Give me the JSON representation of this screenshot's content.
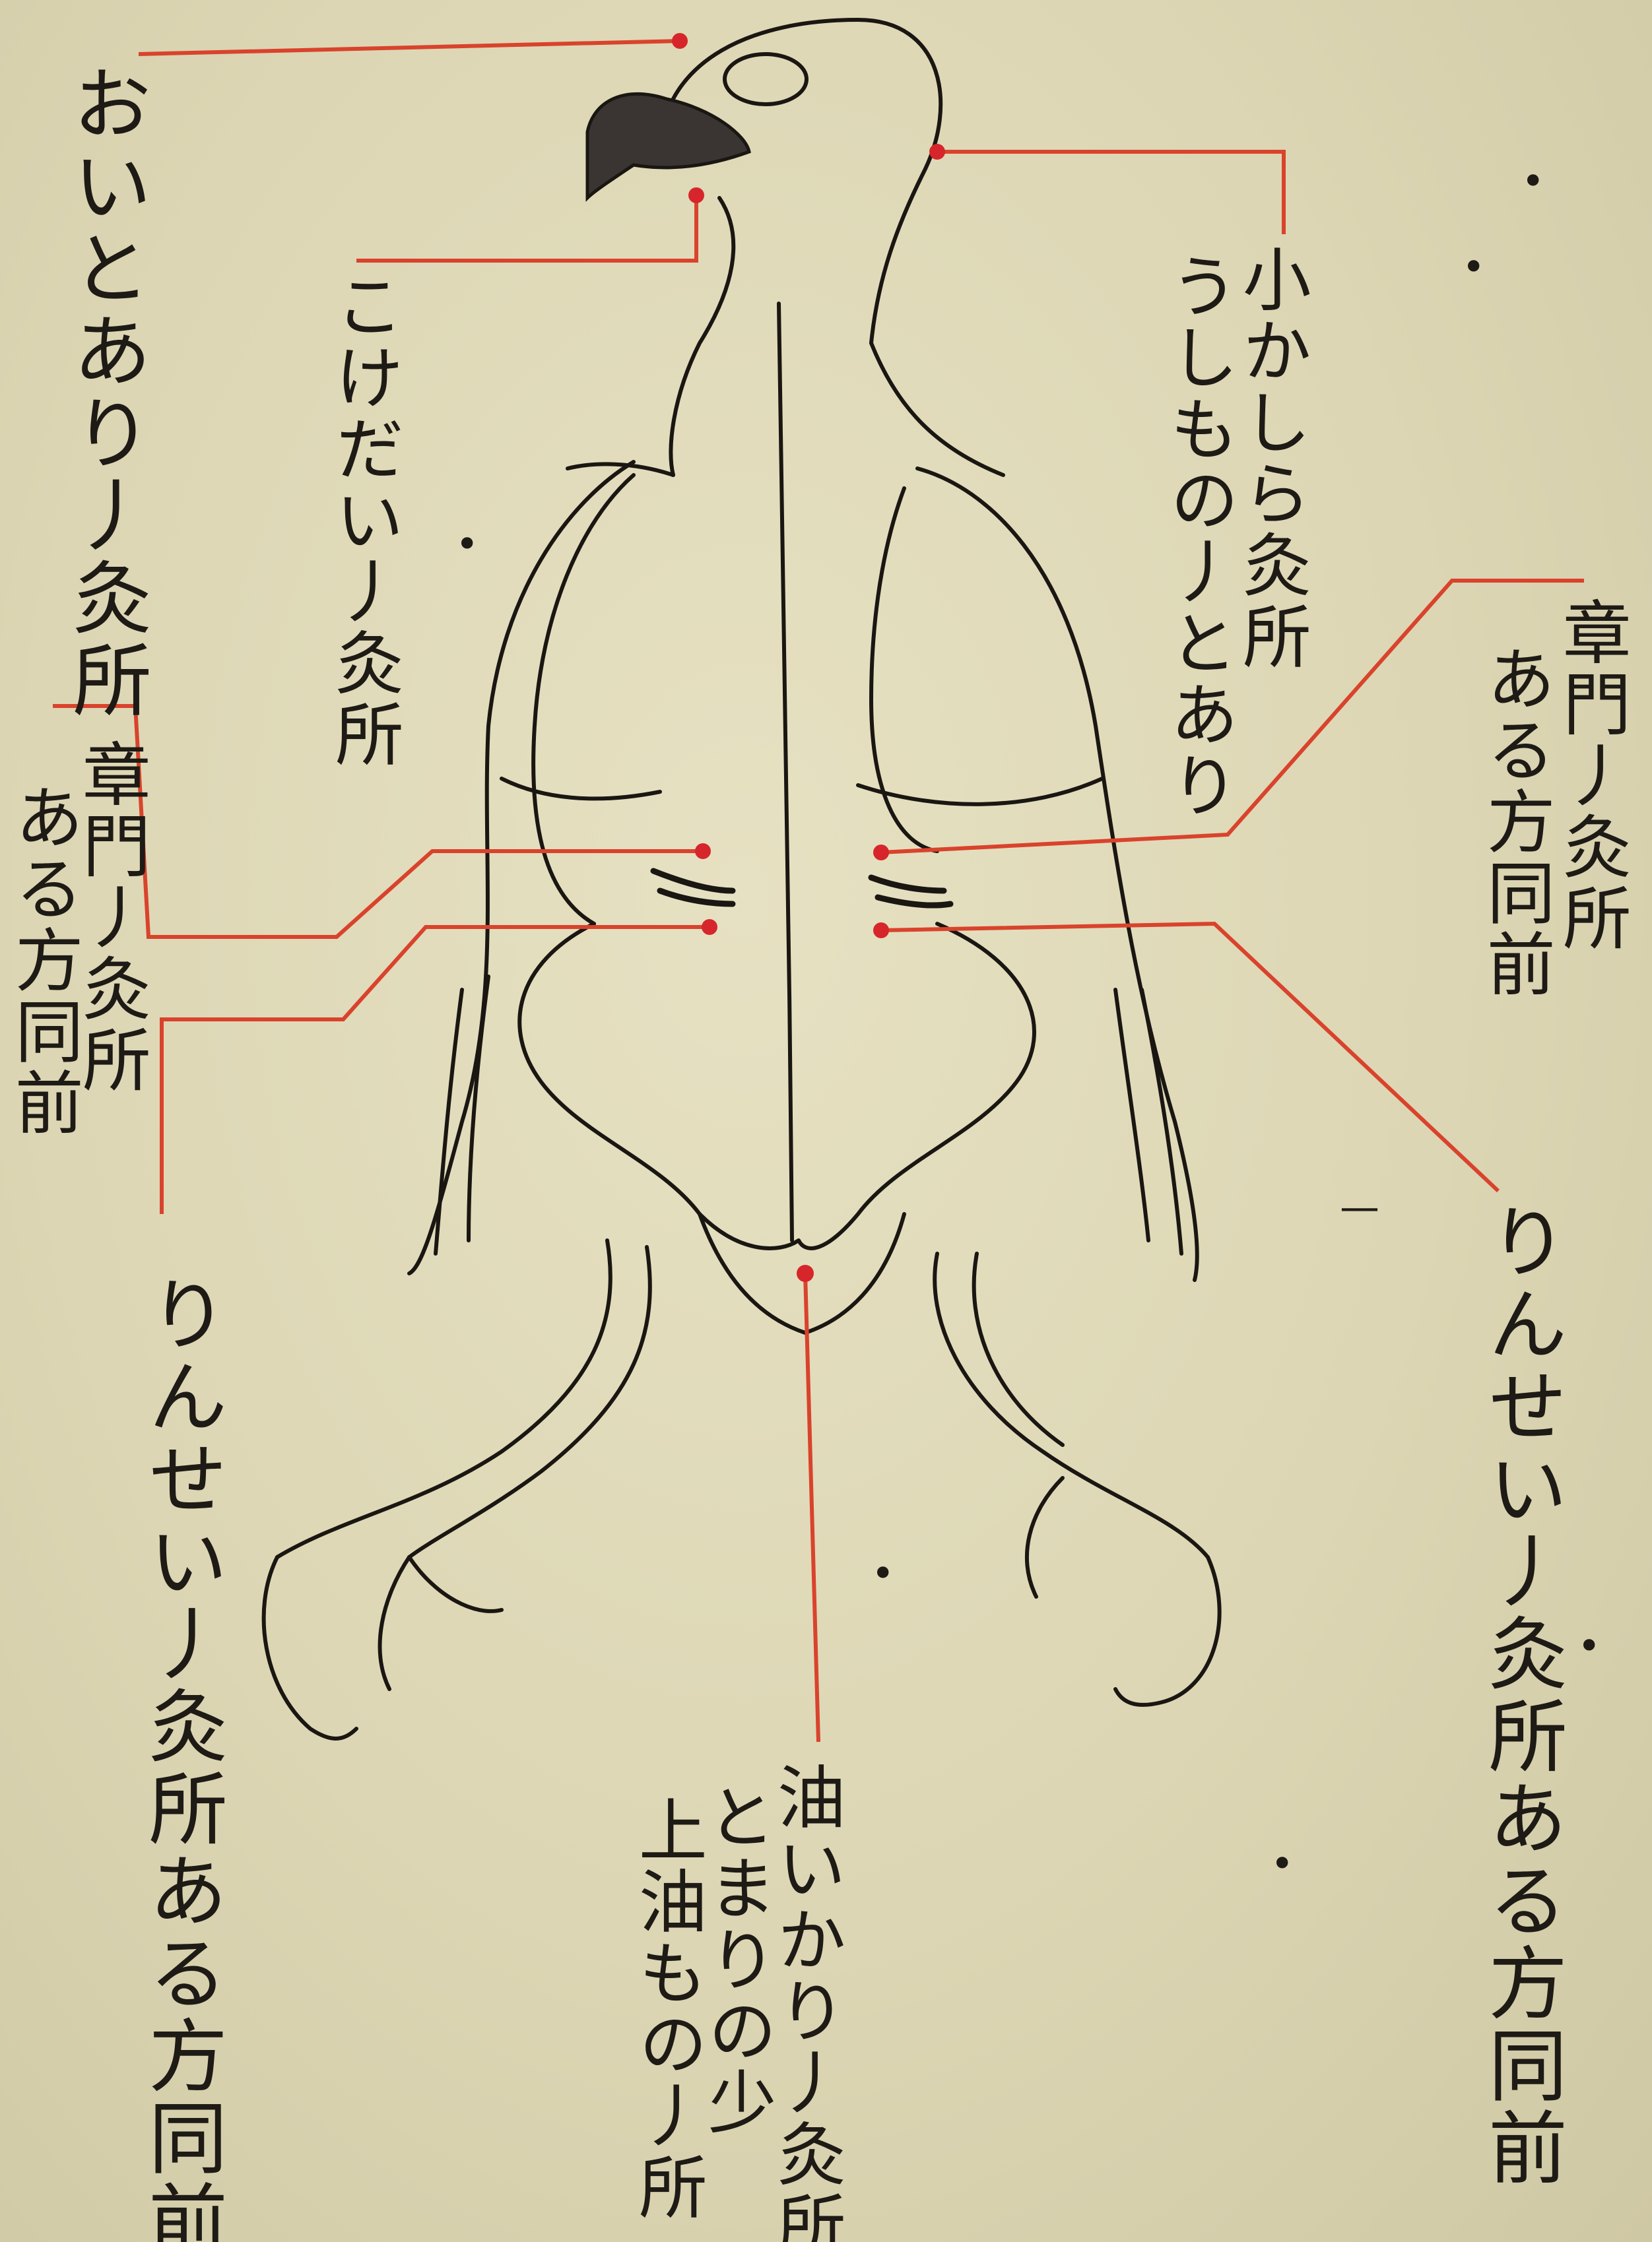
{
  "labels": {
    "left_top": "おいとあり丿灸所",
    "left_neck": "こけだい丿灸所",
    "left_mid_a": "章門丿灸所",
    "left_mid_b": "ある方同前",
    "left_bottom": "りんせい丿灸所ある方同前",
    "right_top_a": "小かしら灸所",
    "right_top_b": "うしもの丿とあり",
    "right_mid_a": "章門丿灸所",
    "right_mid_b": "ある方同前",
    "right_bottom": "りんせい丿灸所ある方同前",
    "center_a": "油いかり丿灸所",
    "center_b": "とまりの少",
    "center_c": "上油もの丿所"
  },
  "colors": {
    "paper": "#dcd7b6",
    "ink": "#1e1a15",
    "leader_line": "#d9432c",
    "point": "#d6262b"
  }
}
